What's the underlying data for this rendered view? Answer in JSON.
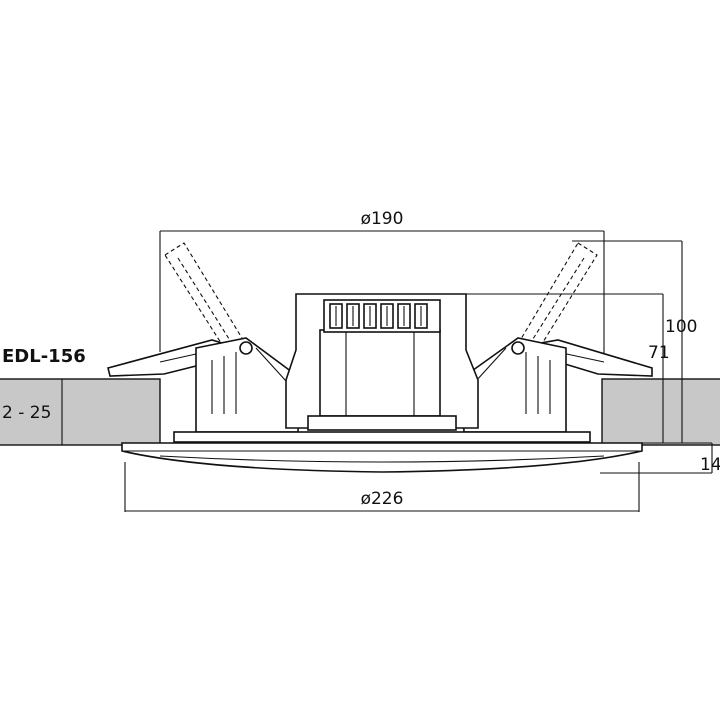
{
  "model": "EDL-156",
  "dimensions": {
    "top_diameter": "ø190",
    "height_overall": "100",
    "height_inner": "71",
    "ceiling_thickness": "2 - 25",
    "flange_height": "14",
    "outer_diameter": "ø226"
  },
  "colors": {
    "line": "#111111",
    "ceiling_fill": "#c8c8c8",
    "background": "#ffffff"
  }
}
